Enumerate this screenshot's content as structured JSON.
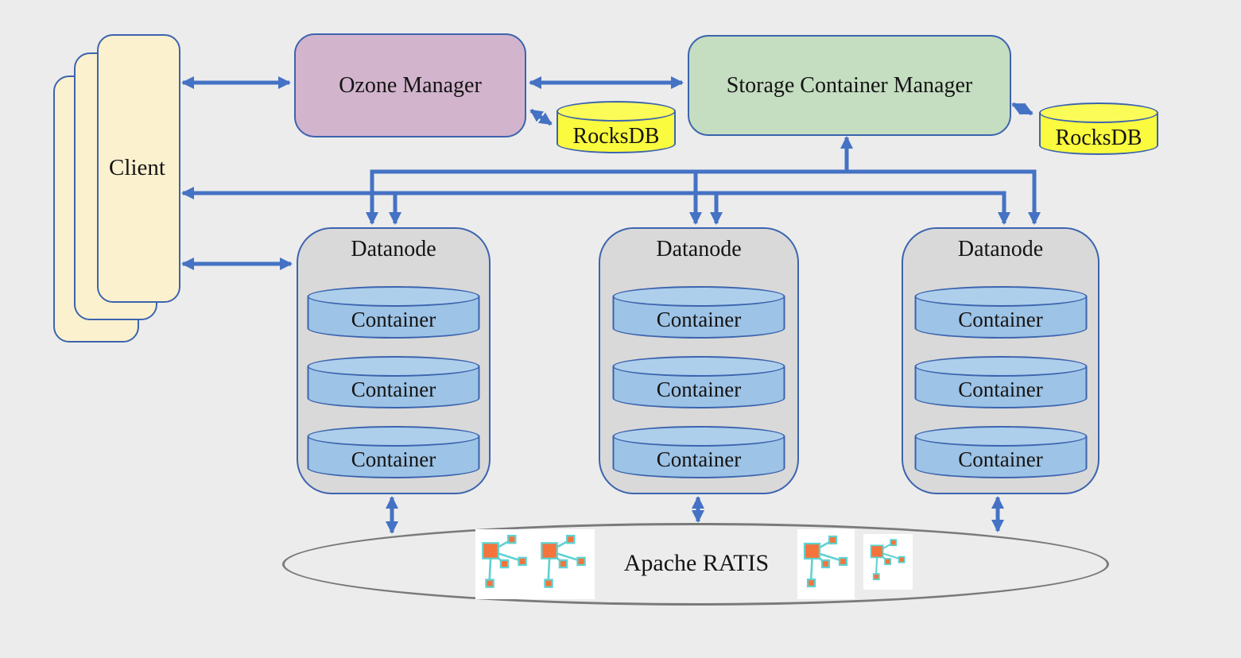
{
  "diagram": {
    "description": "Apache Ozone architecture diagram",
    "nodes": {
      "client": {
        "label": "Client",
        "stacked_copies": 3
      },
      "ozone_manager": {
        "label": "Ozone Manager"
      },
      "storage_container_manager": {
        "label": "Storage Container Manager"
      },
      "rocksdb_om": {
        "label": "RocksDB"
      },
      "rocksdb_scm": {
        "label": "RocksDB"
      },
      "datanodes": [
        {
          "label": "Datanode",
          "containers": [
            "Container",
            "Container",
            "Container"
          ]
        },
        {
          "label": "Datanode",
          "containers": [
            "Container",
            "Container",
            "Container"
          ]
        },
        {
          "label": "Datanode",
          "containers": [
            "Container",
            "Container",
            "Container"
          ]
        }
      ],
      "ratis": {
        "label": "Apache RATIS"
      }
    },
    "edges": [
      {
        "from": "Client",
        "to": "Ozone Manager",
        "arrows": "both"
      },
      {
        "from": "Ozone Manager",
        "to": "Storage Container Manager",
        "arrows": "both"
      },
      {
        "from": "Ozone Manager",
        "to": "RocksDB",
        "arrows": "both"
      },
      {
        "from": "Storage Container Manager",
        "to": "RocksDB",
        "arrows": "both"
      },
      {
        "from": "Storage Container Manager",
        "to": "Datanode bus",
        "arrows": "into SCM and into each Datanode"
      },
      {
        "from": "Client",
        "to": "Datanode bus",
        "arrows": "into Client and into each Datanode"
      },
      {
        "from": "Client",
        "to": "Datanode 1",
        "arrows": "both"
      },
      {
        "from": "Datanode 1",
        "to": "Apache RATIS",
        "arrows": "both"
      },
      {
        "from": "Datanode 2",
        "to": "Apache RATIS",
        "arrows": "both"
      },
      {
        "from": "Datanode 3",
        "to": "Apache RATIS",
        "arrows": "both"
      }
    ],
    "icons": [
      "network-graph-icon",
      "network-graph-icon",
      "network-graph-icon",
      "network-graph-icon"
    ],
    "colors": {
      "background": "#ECECEC",
      "arrow_blue": "#4472C4",
      "shape_border_blue": "#3C64AE",
      "client_fill": "#FCF1CF",
      "ozone_manager_fill": "#D2B4CD",
      "scm_fill": "#C5DEC1",
      "rocksdb_fill": "#FAFA3E",
      "datanode_fill": "#D9D9D9",
      "container_fill": "#9DC3E6",
      "ratis_border_gray": "#7A7A7A",
      "graph_node_orange": "#F4743B",
      "graph_link_teal": "#5FD2D2"
    }
  }
}
